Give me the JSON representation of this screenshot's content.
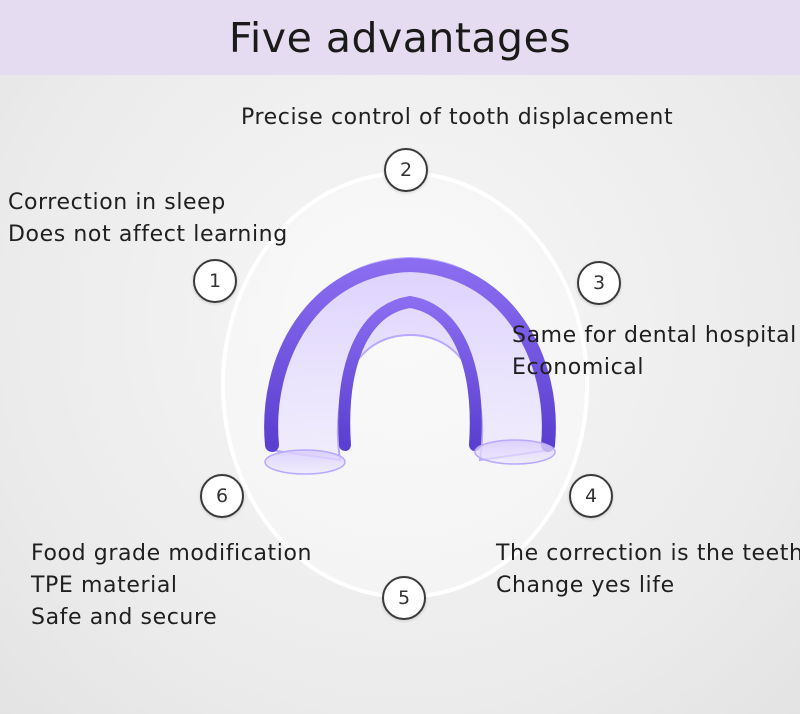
{
  "title": "Five advantages",
  "advantages": [
    {
      "number": "1",
      "lines": [
        "Correction in sleep",
        "Does not affect learning"
      ]
    },
    {
      "number": "2",
      "lines": [
        "Precise control of tooth displacement"
      ]
    },
    {
      "number": "3",
      "lines": [
        "Same for dental hospital",
        "Economical"
      ]
    },
    {
      "number": "4",
      "lines": [
        "The correction is the teeth",
        "Change yes life"
      ]
    },
    {
      "number": "5",
      "lines": []
    },
    {
      "number": "6",
      "lines": [
        "Food grade modification",
        "TPE material",
        "Safe and secure"
      ]
    }
  ],
  "colors": {
    "header_bg": "#e6dcf1",
    "product": "#6b4fd8",
    "ring": "#ffffff"
  },
  "icons": {
    "product": "dental-tray-icon"
  }
}
